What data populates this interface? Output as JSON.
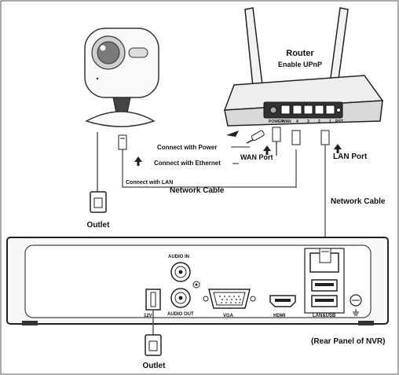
{
  "labels": {
    "router_title": "Router",
    "router_subtitle": "Enable UPnP",
    "connect_power": "Connect with Power",
    "connect_ethernet": "Connect with Ethernet",
    "wan_port": "WAN Port",
    "lan_port": "LAN Port",
    "connect_lan": "Connect with LAN",
    "network_cable_left": "Network Cable",
    "network_cable_right": "Network Cable",
    "outlet_camera": "Outlet",
    "outlet_nvr": "Outlet",
    "rear_panel": "(Rear Panel of NVR)"
  },
  "router_ports": {
    "power": "POWER",
    "wan": "WAN",
    "ports": [
      "4",
      "3",
      "2",
      "1"
    ],
    "reset": "RST"
  },
  "nvr_ports": {
    "audio_in": "AUDIO IN",
    "audio_out": "AUDIO OUT",
    "power": "12V",
    "vga": "VGA",
    "hdmi": "HDMI",
    "lan_usb": "LAN&USB"
  }
}
